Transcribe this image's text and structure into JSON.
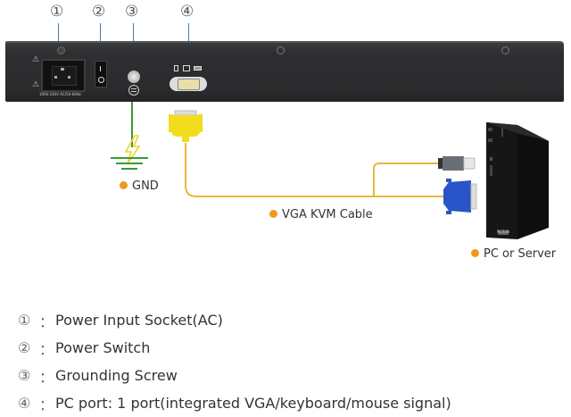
{
  "callouts": [
    {
      "number": "①"
    },
    {
      "number": "②"
    },
    {
      "number": "③"
    },
    {
      "number": "④"
    }
  ],
  "device": {
    "power_rating_text": "100V-240V AC/50-60Hz",
    "port_icons": [
      "keyboard-icon",
      "monitor-icon",
      "mouse-icon"
    ]
  },
  "labels": {
    "gnd": "GND",
    "cable": "VGA KVM Cable",
    "pc": "PC or Server"
  },
  "pc_badge": "PC/100",
  "legend": [
    {
      "number": "①",
      "separator": "：",
      "text": "Power Input Socket(AC)"
    },
    {
      "number": "②",
      "separator": "：",
      "text": "Power Switch"
    },
    {
      "number": "③",
      "separator": "：",
      "text": "Grounding Screw"
    },
    {
      "number": "④",
      "separator": "：",
      "text": "PC port: 1 port(integrated VGA/keyboard/mouse signal)"
    }
  ],
  "colors": {
    "cable": "#e8b73a",
    "ground": "#3a9a3a",
    "bullet": "#ec9a1e",
    "vga_plug": "#f2dc1c",
    "pc_vga_plug": "#2a55c8"
  }
}
